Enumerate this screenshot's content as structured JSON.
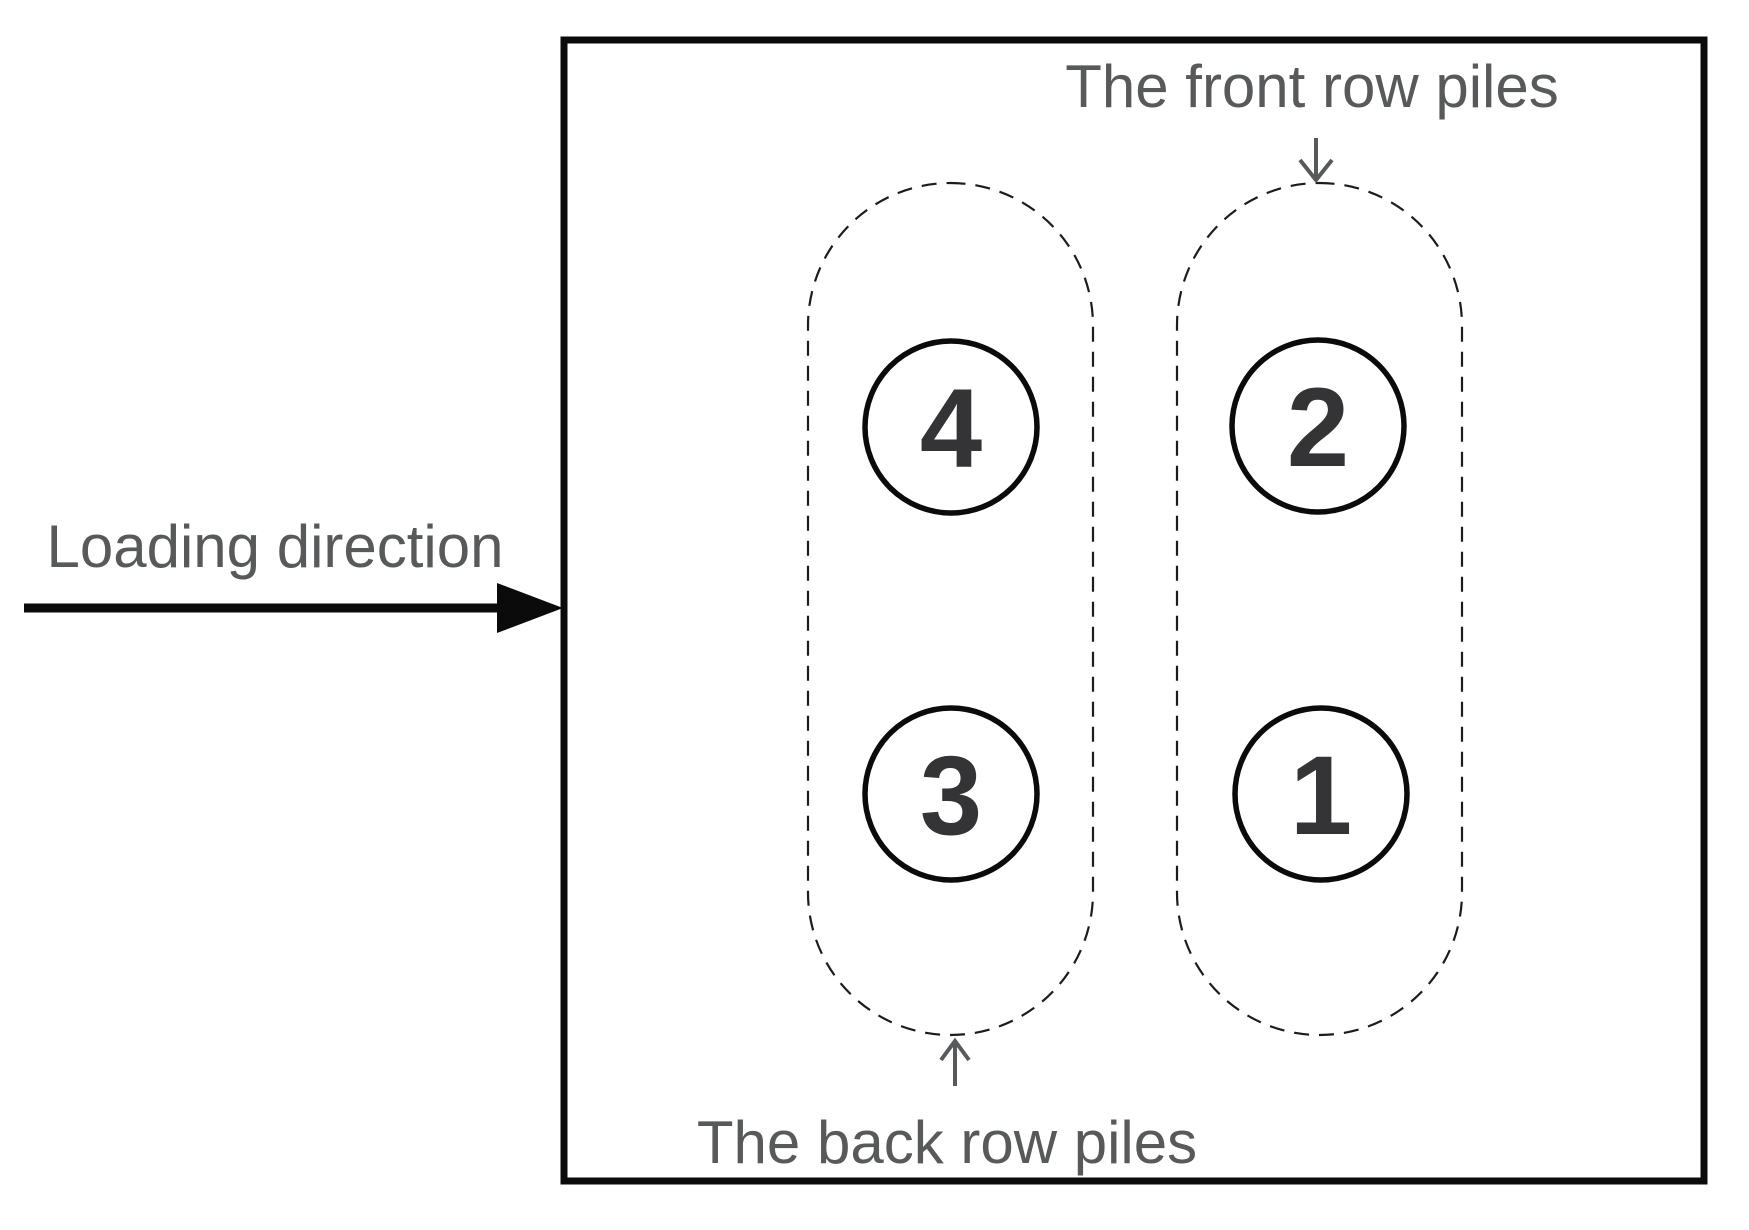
{
  "diagram": {
    "labels": {
      "loading": "Loading direction",
      "front_row": "The front row piles",
      "back_row": "The back row piles"
    },
    "piles": [
      {
        "number": "4",
        "row": "back",
        "position": "upper"
      },
      {
        "number": "2",
        "row": "front",
        "position": "upper"
      },
      {
        "number": "3",
        "row": "back",
        "position": "lower"
      },
      {
        "number": "1",
        "row": "front",
        "position": "lower"
      }
    ],
    "rows": [
      {
        "name": "front",
        "pile_numbers": [
          "2",
          "1"
        ]
      },
      {
        "name": "back",
        "pile_numbers": [
          "4",
          "3"
        ]
      }
    ],
    "colors": {
      "outline_black": "#0b0b0b",
      "label_gray": "#58595b",
      "number_gray": "#343437",
      "background": "#ffffff"
    }
  }
}
